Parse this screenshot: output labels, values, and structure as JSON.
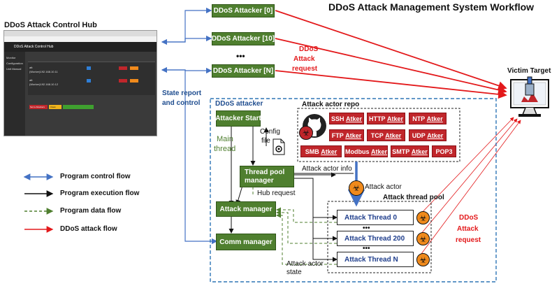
{
  "title": "DDoS Attack Management System Workflow",
  "hub": {
    "title": "DDoS Attack Control Hub",
    "screenshot": {
      "app_title": "DDoS Attack Control Hub",
      "side_items": [
        "Monitor",
        "Configuration",
        "Unit Manual"
      ],
      "buttons": [
        "Set to Attackers",
        "Clean"
      ],
      "rows": [
        {
          "name": "att",
          "ip": "(Worker)192.168.10.11"
        },
        {
          "name": "att",
          "ip": "(Worker)192.168.10.12"
        }
      ]
    }
  },
  "attackers": [
    "DDoS Attacker [0]",
    "DDoS Attacker [10]",
    "DDoS Attacker [N]"
  ],
  "attackers_ellipsis": "•••",
  "state_report": [
    "State report",
    "and control"
  ],
  "ddos_request_top": [
    "DDoS",
    "Attack",
    "request"
  ],
  "ddos_request_right": [
    "DDoS",
    "Attack",
    "request"
  ],
  "victim": "Victim Target",
  "attacker_group": {
    "title": "DDoS attacker",
    "attacker_start": "Attacker Start",
    "main_thread": [
      "Main",
      "thread"
    ],
    "config_file": [
      "Config",
      "file"
    ],
    "thread_pool_manager": [
      "Thread pool",
      "manager"
    ],
    "hub_request": "Hub request",
    "attack_manager": "Attack manager",
    "comm_manager": "Comm manager",
    "attack_actor_state": [
      "Attack actor",
      "state"
    ]
  },
  "repo": {
    "title": "Attack actor repo",
    "rows": [
      [
        {
          "name": "SSH",
          "suffix": "Atker"
        },
        {
          "name": "HTTP",
          "suffix": "Atker"
        },
        {
          "name": "NTP",
          "suffix": "Atker"
        }
      ],
      [
        {
          "name": "FTP",
          "suffix": "Atker"
        },
        {
          "name": "TCP",
          "suffix": "Atker"
        },
        {
          "name": "UDP",
          "suffix": "Atker"
        }
      ],
      [
        {
          "name": "SMB",
          "suffix": "Atker"
        },
        {
          "name": "Modbus",
          "suffix": "Atker"
        },
        {
          "name": "SMTP",
          "suffix": "Atker"
        },
        {
          "name": "POP3",
          "suffix": ""
        }
      ]
    ],
    "actor_info": "Attack actor info",
    "actor": "Attack actor"
  },
  "pool": {
    "title": "Attack thread pool",
    "threads": [
      "Attack Thread 0",
      "Attack Thread 200",
      "Attack Thread N"
    ],
    "dots": "•••"
  },
  "legend": [
    {
      "label": "Program control flow",
      "color": "#4472c4",
      "style": "solid"
    },
    {
      "label": "Program execution flow",
      "color": "#111111",
      "style": "solid"
    },
    {
      "label": "Program data flow",
      "color": "#4f7f2f",
      "style": "dashed"
    },
    {
      "label": "DDoS attack flow",
      "color": "#e3191b",
      "style": "solid"
    }
  ]
}
